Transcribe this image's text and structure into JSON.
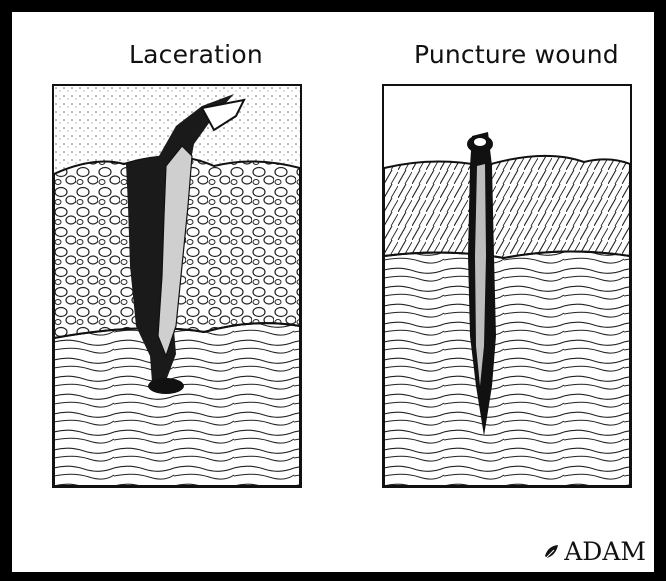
{
  "panels": [
    {
      "title": "Laceration"
    },
    {
      "title": "Puncture wound"
    }
  ],
  "logo": {
    "text": "ADAM"
  }
}
